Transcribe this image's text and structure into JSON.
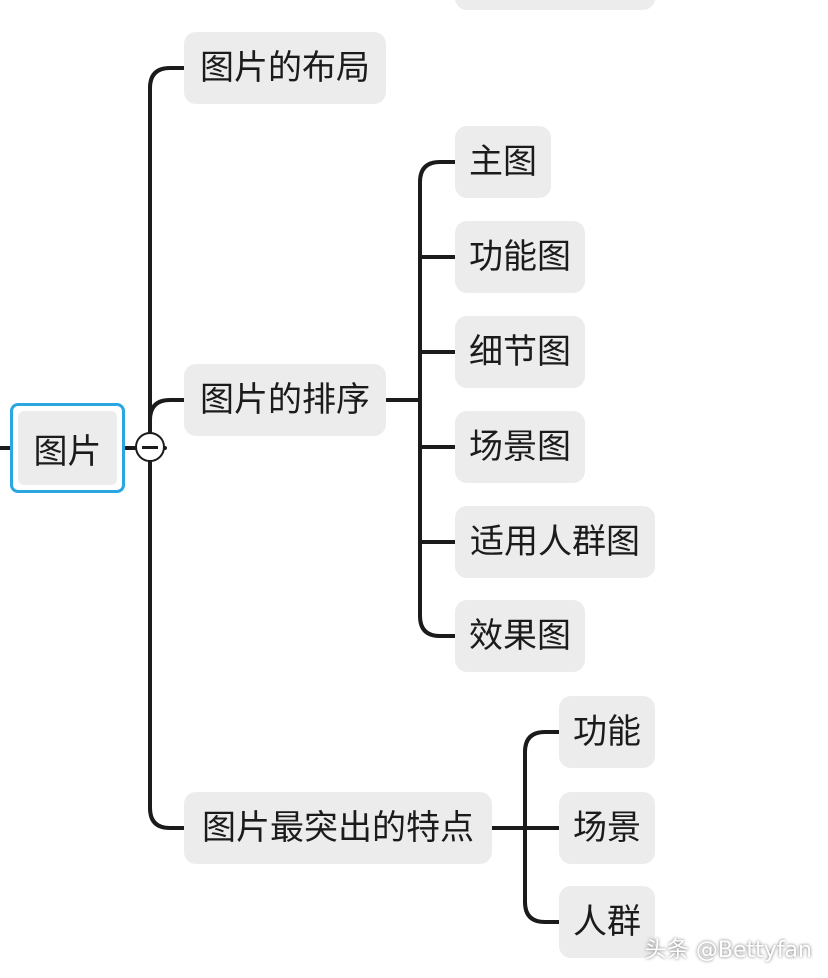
{
  "root": {
    "label": "图片"
  },
  "branches": [
    {
      "label": "图片的布局",
      "children": []
    },
    {
      "label": "图片的排序",
      "children": [
        "主图",
        "功能图",
        "细节图",
        "场景图",
        "适用人群图",
        "效果图"
      ]
    },
    {
      "label": "图片最突出的特点",
      "children": [
        "功能",
        "场景",
        "人群"
      ]
    }
  ],
  "watermark": "头条 @Bettyfan",
  "colors": {
    "node_fill": "#ececec",
    "root_border": "#2aa7e0",
    "line": "#1b1b1b"
  },
  "icons": {
    "collapse": "minus-circle-icon"
  }
}
